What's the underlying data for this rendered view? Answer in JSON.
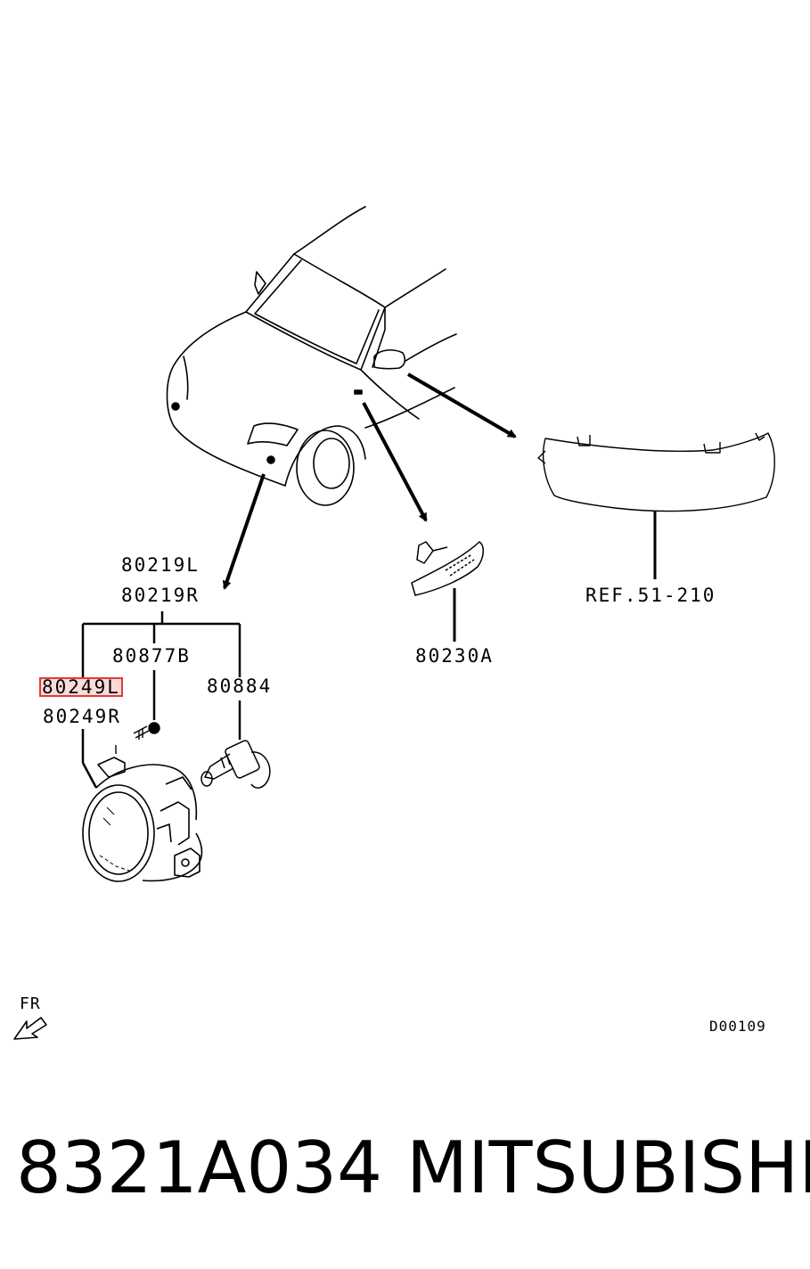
{
  "callouts": {
    "fog_lamp_left": "80219L",
    "fog_lamp_right": "80219R",
    "screw": "80877B",
    "lamp_housing_left": "80249L",
    "lamp_housing_right": "80249R",
    "bulb": "80884",
    "side_marker": "80230A",
    "bumper_ref": "REF.51-210"
  },
  "front_indicator": "FR",
  "diagram_code": "D00109",
  "footer": {
    "part_number": "8321A034",
    "brand": "MITSUBISHI"
  },
  "highlight_color": "#e53935"
}
